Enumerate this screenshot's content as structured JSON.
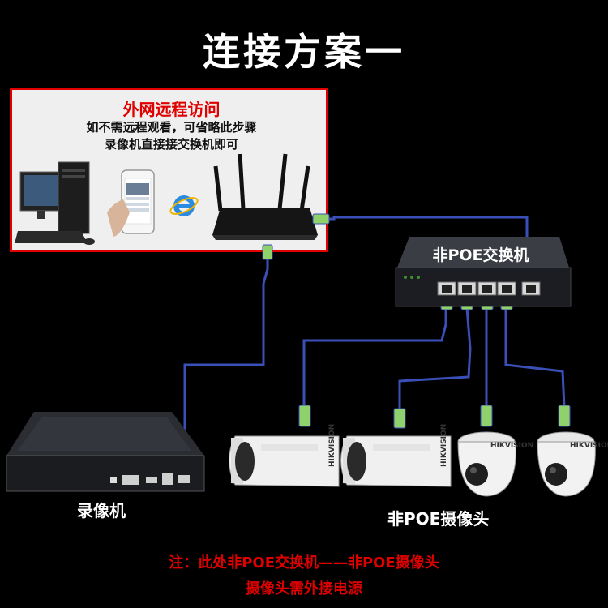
{
  "title": "连接方案一",
  "remote_box": {
    "title": "外网远程访问",
    "note_line1": "如不需远程观看，可省略此步骤",
    "note_line2": "录像机直接接交换机即可"
  },
  "switch": {
    "label": "非POE交换机"
  },
  "nvr": {
    "label": "录像机"
  },
  "cameras": {
    "label": "非POE摄像头",
    "brand": "HIKVISION"
  },
  "footnote": {
    "line1": "注：此处非POE交换机——非POE摄像头",
    "line2": "摄像头需外接电源"
  },
  "colors": {
    "background": "#000000",
    "accent_red": "#e00000",
    "cable_blue": "#3a4fb8",
    "connector_green": "#8fd16a"
  },
  "icons": [
    "desktop-computer-icon",
    "smartphone-icon",
    "browser-icon",
    "router-icon",
    "switch-icon",
    "nvr-icon",
    "bullet-camera-icon",
    "dome-camera-icon"
  ]
}
